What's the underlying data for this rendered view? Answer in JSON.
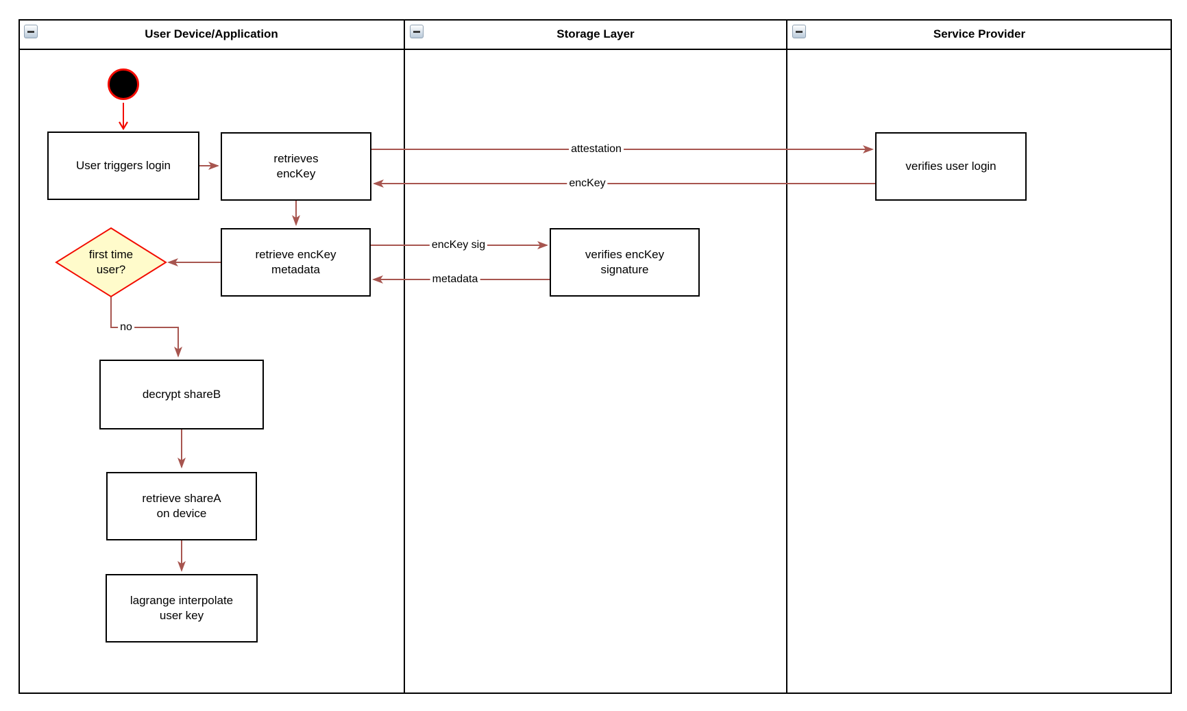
{
  "lanes": [
    {
      "title": "User Device/Application"
    },
    {
      "title": "Storage Layer"
    },
    {
      "title": "Service Provider"
    }
  ],
  "nodes": {
    "user_triggers_login": "User triggers login",
    "retrieves_enckey": "retrieves\nencKey",
    "verifies_user_login": "verifies user login",
    "retrieve_enckey_metadata": "retrieve encKey\nmetadata",
    "verifies_enckey_signature": "verifies encKey\nsignature",
    "first_time_user": "first time\nuser?",
    "decrypt_shareb": "decrypt shareB",
    "retrieve_sharea": "retrieve shareA\non device",
    "lagrange_interpolate": "lagrange interpolate\nuser key"
  },
  "edge_labels": {
    "attestation": "attestation",
    "enckey": "encKey",
    "enckey_sig": "encKey sig",
    "metadata": "metadata",
    "no": "no"
  },
  "colors": {
    "edge_brown": "#a7554f",
    "accent_red": "#f20b00",
    "diamond_fill": "#fffbcb",
    "node_border": "#000000"
  }
}
